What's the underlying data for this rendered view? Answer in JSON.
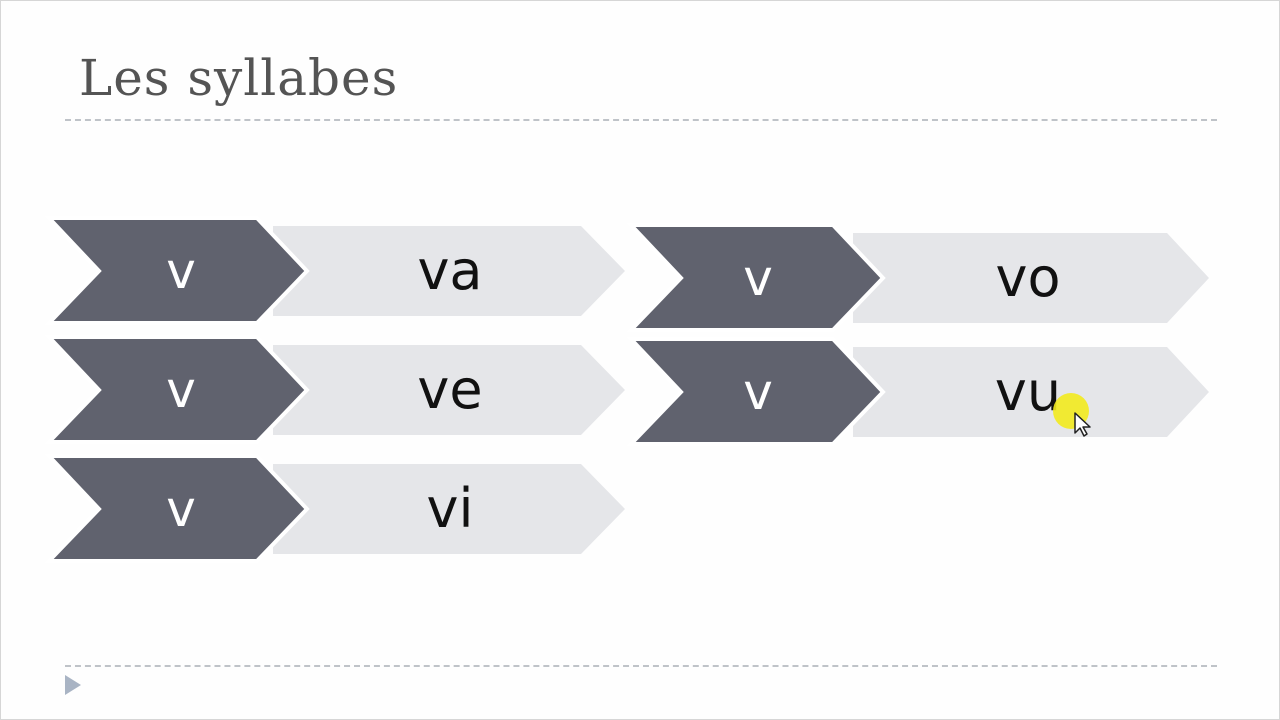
{
  "slide": {
    "title": "Les syllabes"
  },
  "rows": [
    {
      "letter": "v",
      "syllable": "va"
    },
    {
      "letter": "v",
      "syllable": "ve"
    },
    {
      "letter": "v",
      "syllable": "vi"
    },
    {
      "letter": "v",
      "syllable": "vo"
    },
    {
      "letter": "v",
      "syllable": "vu"
    }
  ],
  "colors": {
    "chevron_dark": "#60626e",
    "chevron_light": "#e5e6e9",
    "highlight": "#f2ea1e",
    "nav_arrow": "#a9b4c4"
  },
  "icons": {
    "nav": "play-triangle-icon",
    "cursor": "mouse-pointer-icon"
  }
}
